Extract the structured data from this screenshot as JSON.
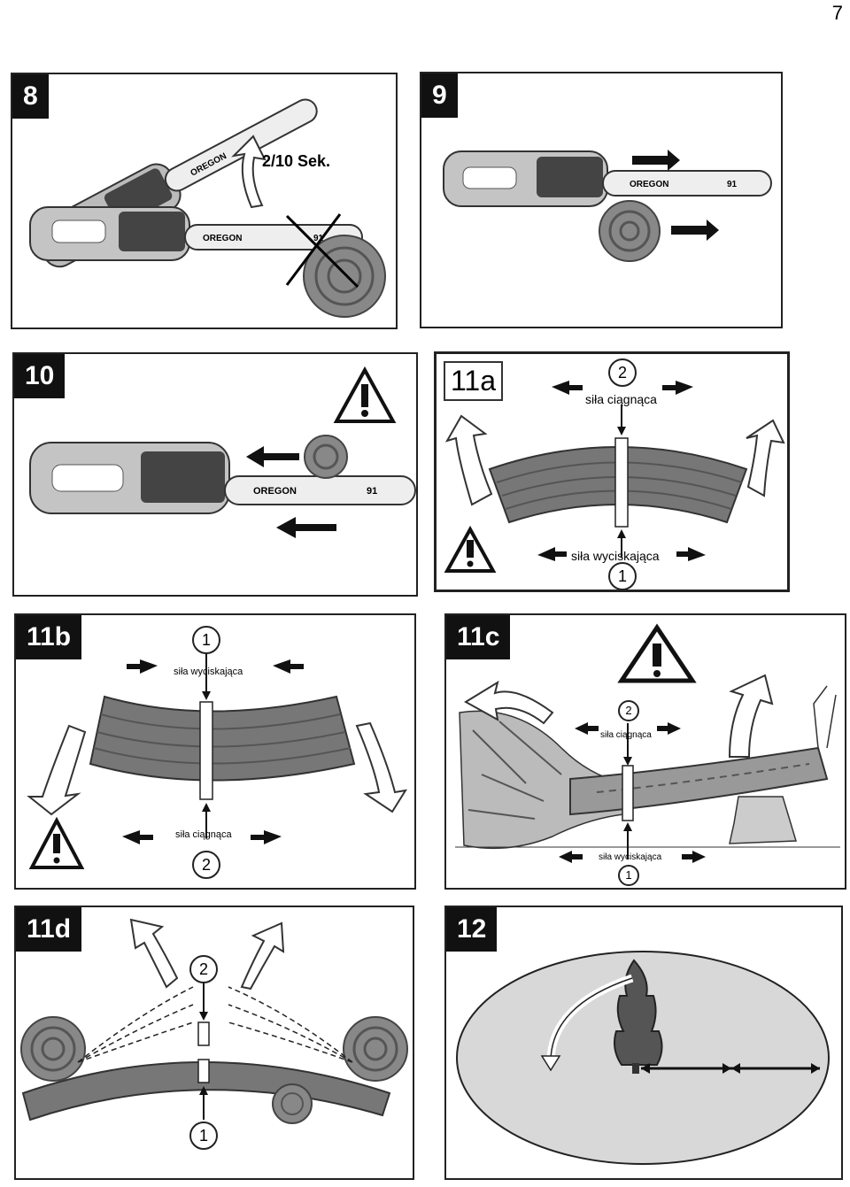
{
  "page": {
    "number": "7"
  },
  "fig8": {
    "id": "8",
    "time": "2/10 Sek.",
    "brand": "OREGON",
    "model": "91"
  },
  "fig9": {
    "id": "9",
    "brand": "OREGON",
    "model": "91"
  },
  "fig10": {
    "id": "10",
    "brand": "OREGON",
    "model": "91"
  },
  "fig11a": {
    "id": "11a",
    "pull": "siła ciągnąca",
    "push": "siła wyciskająca",
    "n_top": "2",
    "n_bottom": "1"
  },
  "fig11b": {
    "id": "11b",
    "push": "siła wyciskająca",
    "pull": "siła ciągnąca",
    "n_top": "1",
    "n_bottom": "2"
  },
  "fig11c": {
    "id": "11c",
    "pull": "siła ciągnąca",
    "push": "siła wyciskająca",
    "n_top": "2",
    "n_bottom": "1"
  },
  "fig11d": {
    "id": "11d",
    "n_top": "2",
    "n_bottom": "1"
  },
  "fig12": {
    "id": "12"
  }
}
